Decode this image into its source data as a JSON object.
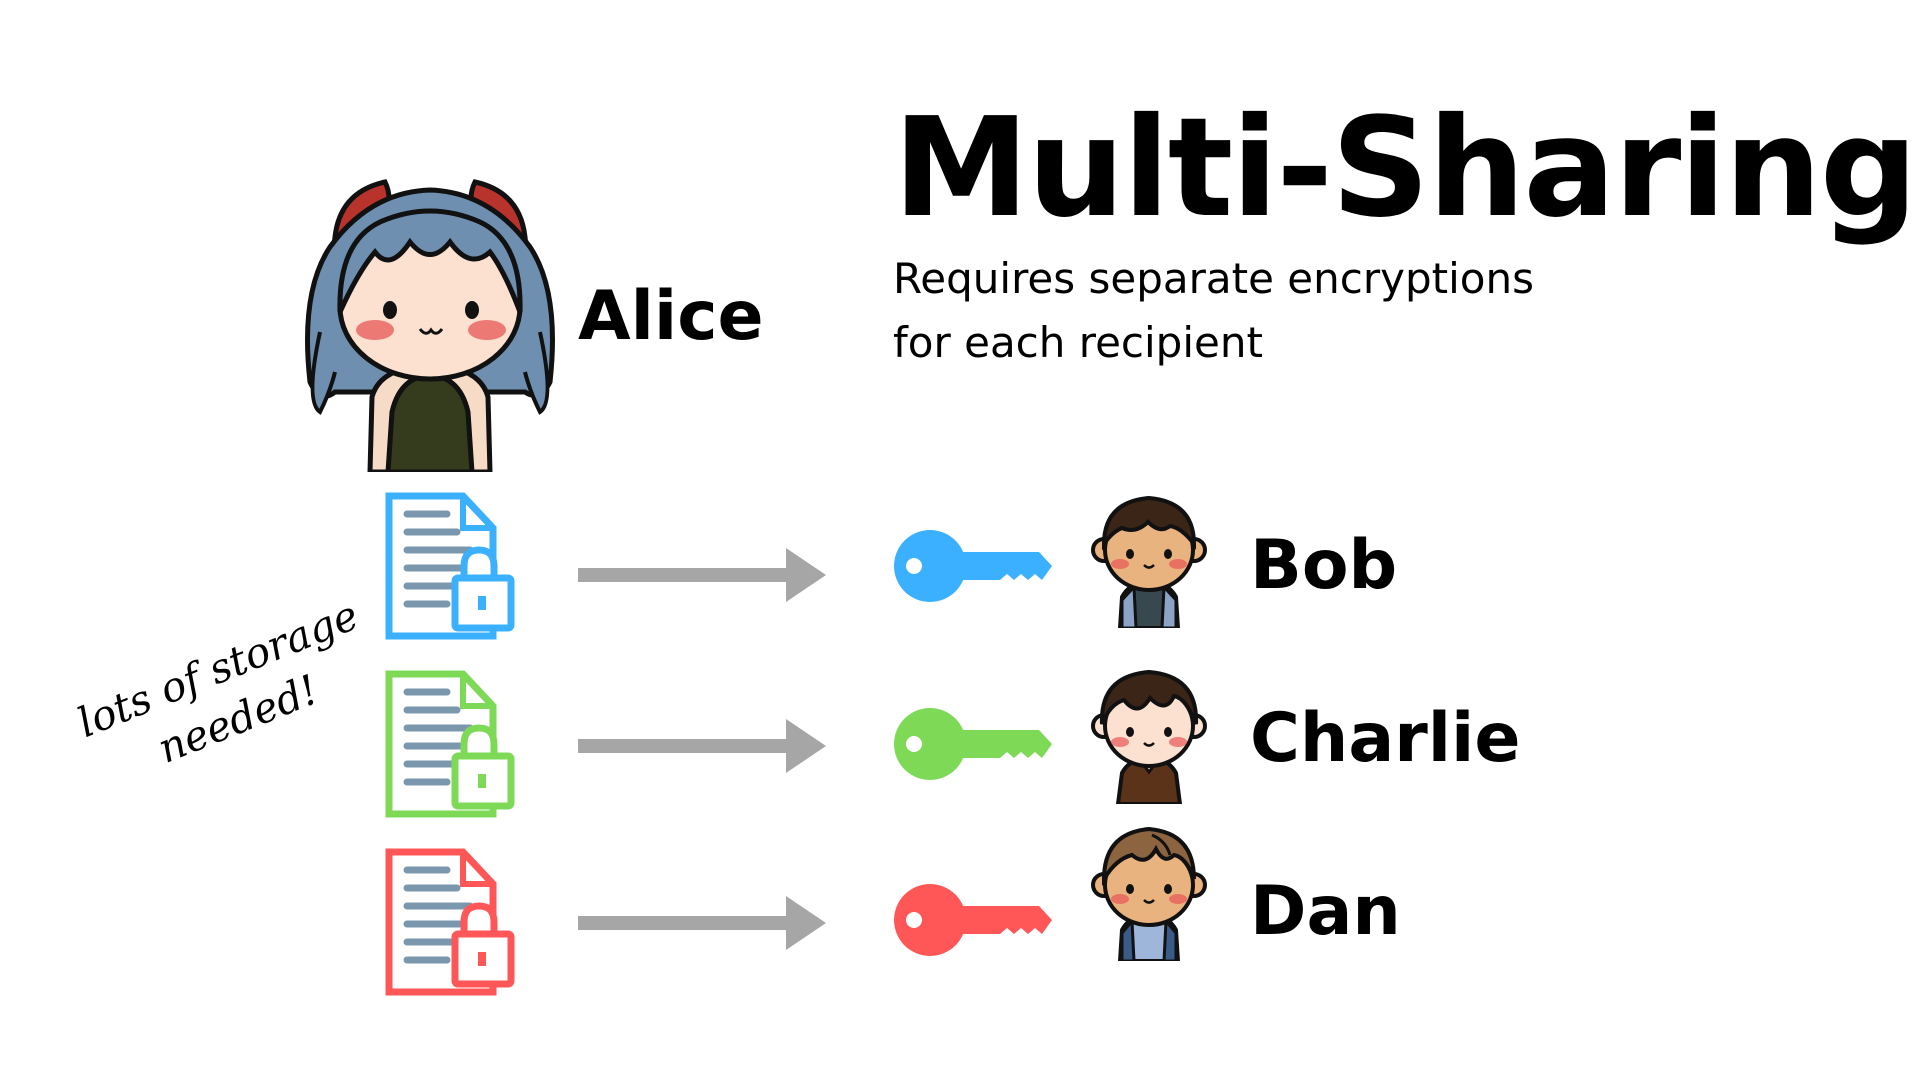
{
  "title": "Multi-Sharing",
  "subtitle": {
    "line1": "Requires separate encryptions",
    "line2": "for each recipient"
  },
  "sender": {
    "name": "Alice",
    "icon": "alice-avatar-icon"
  },
  "note": {
    "line1": "lots of storage",
    "line2": "needed!"
  },
  "recipients": [
    {
      "name": "Bob",
      "color": "#3BB0FF",
      "document_icon": "locked-document-icon",
      "key_icon": "key-icon",
      "avatar": "bob-avatar-icon"
    },
    {
      "name": "Charlie",
      "color": "#7ED957",
      "document_icon": "locked-document-icon",
      "key_icon": "key-icon",
      "avatar": "charlie-avatar-icon"
    },
    {
      "name": "Dan",
      "color": "#FF5757",
      "document_icon": "locked-document-icon",
      "key_icon": "key-icon",
      "avatar": "dan-avatar-icon"
    }
  ],
  "colors": {
    "arrow": "#A6A6A6",
    "document_lines": "#7A97AD"
  }
}
